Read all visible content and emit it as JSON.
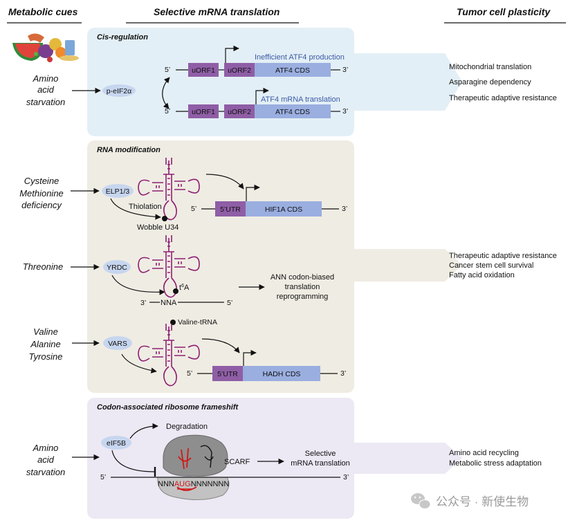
{
  "headers": {
    "metabolic_cues": "Metabolic cues",
    "selective_translation": "Selective mRNA translation",
    "plasticity": "Tumor cell plasticity"
  },
  "panels": {
    "cis": {
      "title": "Cis-regulation",
      "cue_lines": [
        "Amino",
        "acid",
        "starvation"
      ],
      "factor": "p-eIF2α",
      "five_prime": "5’",
      "three_prime": "3’",
      "uorf1": "uORF1",
      "uorf2": "uORF2",
      "cds": "ATF4 CDS",
      "top_note": "Inefficient ATF4 production",
      "bottom_note": "ATF4 mRNA translation",
      "outcomes": [
        "Mitochondrial translation",
        "Asparagine dependency",
        "Therapeutic adaptive resistance"
      ]
    },
    "rna": {
      "title": "RNA modification",
      "cysteine": {
        "cue_lines": [
          "Cysteine",
          "Methionine",
          "deficiency"
        ],
        "factor": "ELP1/3",
        "thiolation": "Thiolation",
        "wobble": "Wobble U34",
        "utr": "5’UTR",
        "cds": "HIF1A CDS",
        "five_prime": "5’",
        "three_prime": "3’"
      },
      "threonine": {
        "cue": "Threonine",
        "factor": "YRDC",
        "mod_t": "t",
        "mod_sup": "6",
        "mod_a": "A",
        "codon_three": "3’",
        "codon": "NNA",
        "codon_five": "5’",
        "result_lines": [
          "ANN codon-biased",
          "translation",
          "reprogramming"
        ]
      },
      "valine": {
        "cue_lines": [
          "Valine",
          "Alanine",
          "Tyrosine"
        ],
        "factor": "VARS",
        "trna_label": "Valine-tRNA",
        "utr": "5’UTR",
        "cds": "HADH CDS",
        "five_prime": "5’",
        "three_prime": "3’"
      },
      "outcomes": [
        "Therapeutic adaptive resistance",
        "Cancer stem cell survival",
        "Fatty acid oxidation"
      ]
    },
    "frameshift": {
      "title": "Codon-associated ribosome frameshift",
      "cue_lines": [
        "Amino",
        "acid",
        "starvation"
      ],
      "factor": "eIF5B",
      "degradation": "Degradation",
      "scarf": "SCARF",
      "result_lines": [
        "Selective",
        "mRNA translation"
      ],
      "five_prime": "5’",
      "three_prime": "3’",
      "seq_pre": "NNN",
      "seq_aug": "AUG",
      "seq_post": "NNNNNNN",
      "outcomes": [
        "Amino acid recycling",
        "Metabolic stress adaptation"
      ]
    }
  },
  "watermark": {
    "text": "公众号 · 新使生物",
    "icon": "wechat-icon"
  },
  "colors": {
    "cis_panel": "#e3eff6",
    "rna_panel": "#efece3",
    "frameshift_panel": "#ece8f4",
    "uorf": "#8f5ea6",
    "cds": "#9aaee0",
    "factor_ellipse": "#c7d6ef",
    "trna": "#8e1e72",
    "ribosome": "#888888",
    "annotation_blue": "#3b5aa6"
  }
}
